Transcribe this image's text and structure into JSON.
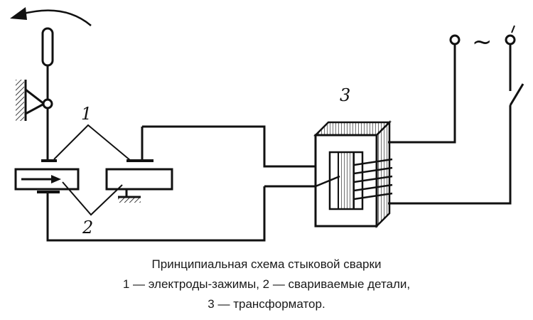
{
  "diagram": {
    "labels": {
      "electrodes": "1",
      "parts": "2",
      "transformer": "3",
      "ac_symbol": "~"
    }
  },
  "caption": {
    "title": "Принципиальная схема стыковой сварки",
    "line2": "1 — электроды-зажимы, 2 — свариваемые детали,",
    "line3": "3 — трансформатор."
  },
  "colors": {
    "ink": "#111111",
    "background": "#ffffff"
  }
}
